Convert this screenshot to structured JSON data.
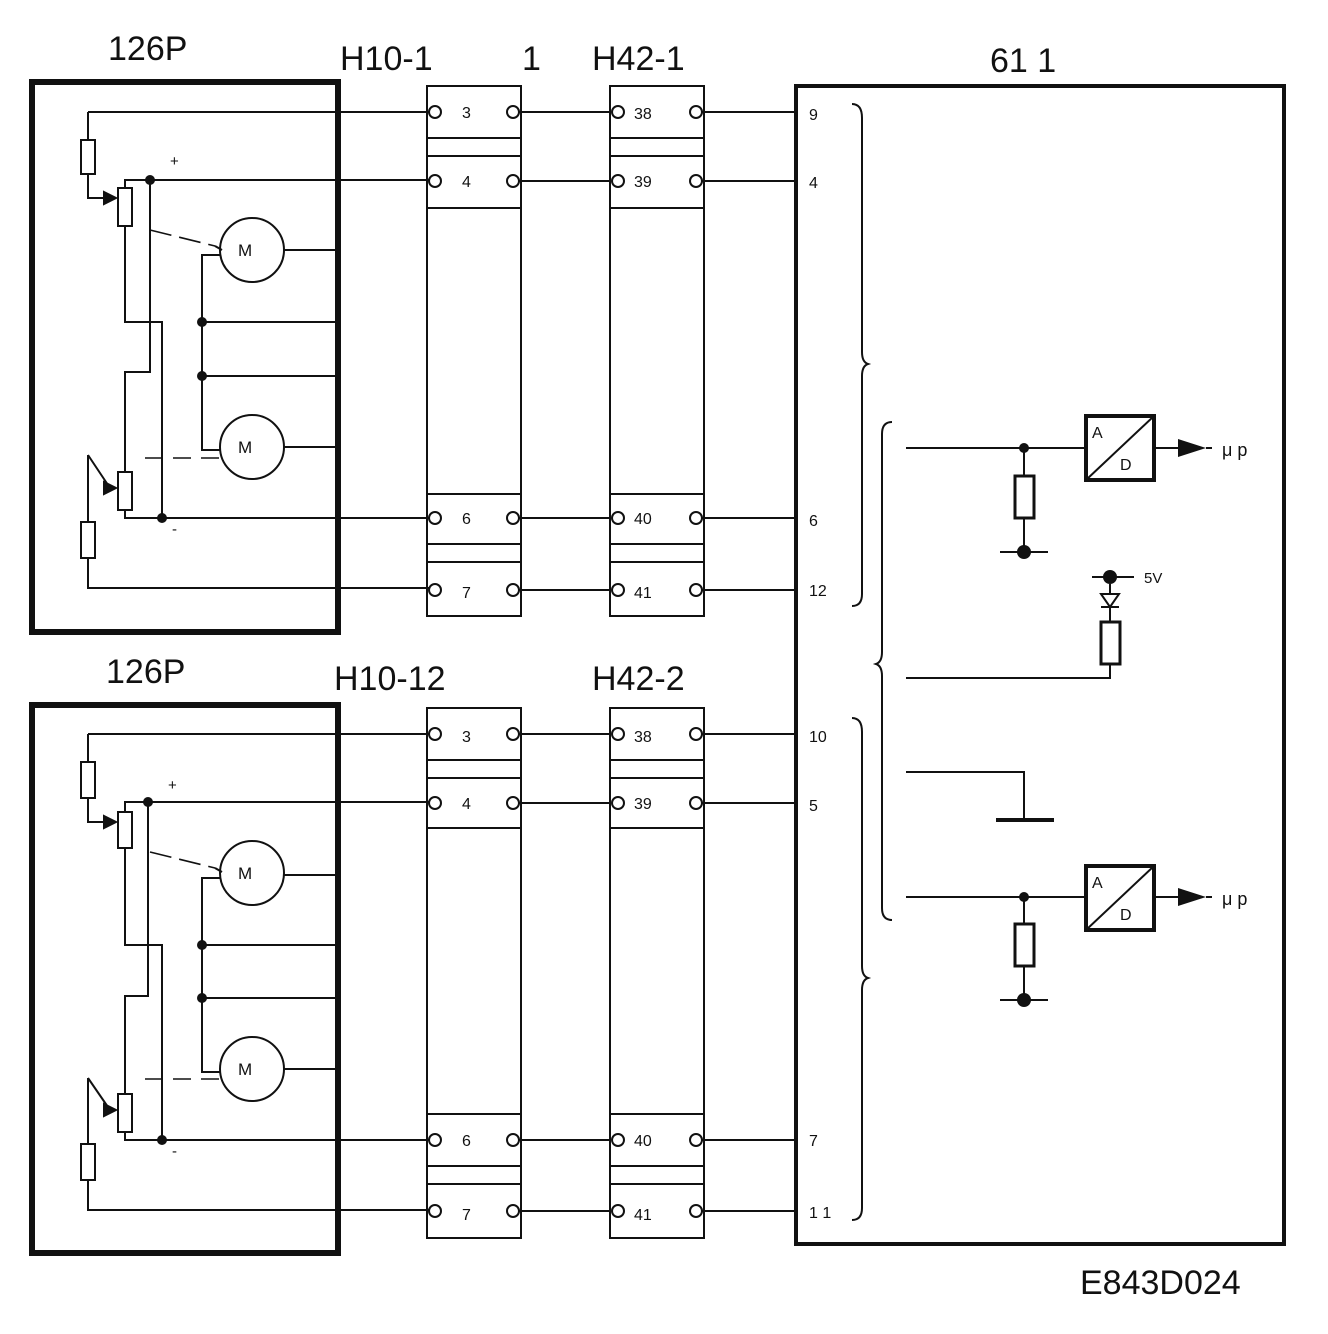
{
  "figure_id": "E843D024",
  "controller": {
    "title": "61 1",
    "output_label": "μ p",
    "supply_label": "5V",
    "adc_a": "A",
    "adc_d": "D"
  },
  "motor_symbol": "M",
  "sign_plus": "+",
  "sign_minus": "-",
  "groups": [
    {
      "module_label": "126P",
      "connector_a_label": "H10-1",
      "connector_a_suffix": "1",
      "connector_b_label": "H42-1",
      "connector_a_pins": [
        "3",
        "4",
        "6",
        "7"
      ],
      "connector_b_pins": [
        "38",
        "39",
        "40",
        "41"
      ],
      "controller_pins": [
        "9",
        "4",
        "6",
        "12"
      ]
    },
    {
      "module_label": "126P",
      "connector_a_label": "H10-12",
      "connector_a_suffix": "",
      "connector_b_label": "H42-2",
      "connector_a_pins": [
        "3",
        "4",
        "6",
        "7"
      ],
      "connector_b_pins": [
        "38",
        "39",
        "40",
        "41"
      ],
      "controller_pins": [
        "10",
        "5",
        "7",
        "1 1"
      ]
    }
  ]
}
